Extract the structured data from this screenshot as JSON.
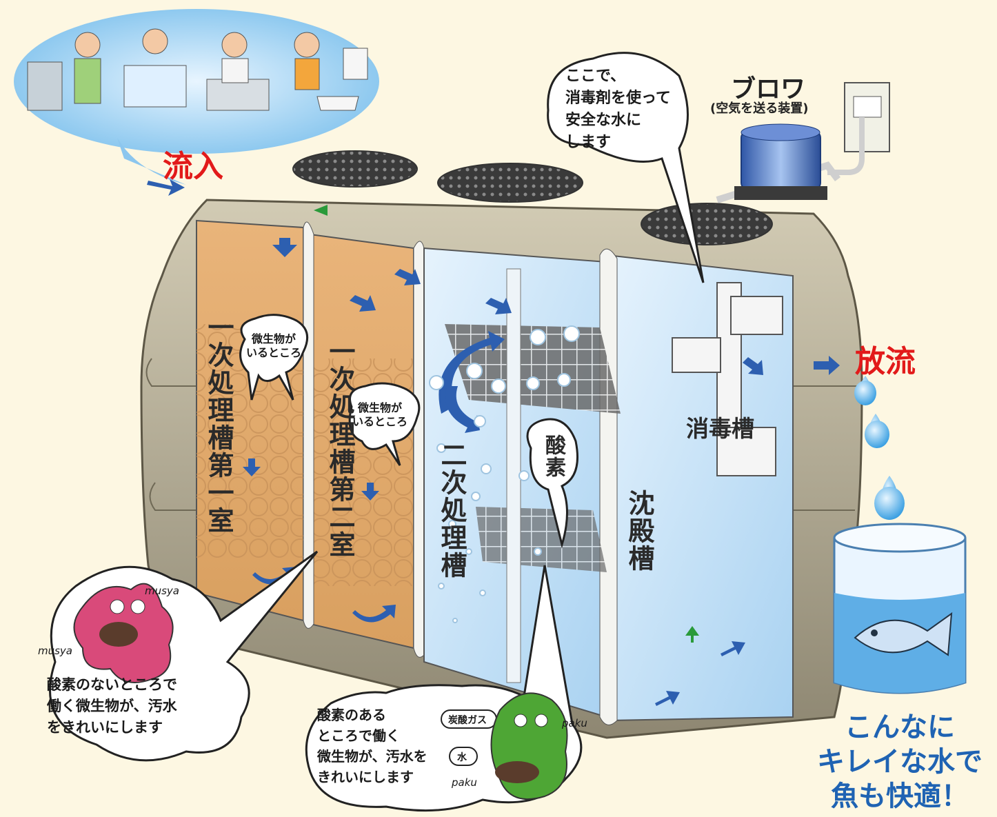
{
  "labels": {
    "inflow": "流入",
    "outflow": "放流",
    "blower": "ブロワ",
    "blower_note": "(空気を送る装置)",
    "disinfect_note": "ここで、\n消毒剤を使って\n安全な水に\nします",
    "tank1": "一次処理槽第一室",
    "tank2": "一次処理槽第二室",
    "tank3": "二次処理槽",
    "tank4": "沈殿槽",
    "tank5": "消毒槽",
    "oxygen": "酸素",
    "microbe_note_1": "微生物が\nいるところ",
    "microbe_note_2": "微生物が\nいるところ",
    "anaerobic_note": "酸素のないところで\n働く微生物が、汚水\nをきれいにします",
    "aerobic_note": "酸素のある\nところで働く\n微生物が、汚水を\nきれいにします",
    "co2": "炭酸ガス",
    "water": "水",
    "sound_musya_1": "musya",
    "sound_musya_2": "musya",
    "sound_paku_1": "paku",
    "sound_paku_2": "paku",
    "clean_water": "こんなに\nキレイな水で\n魚も快適！"
  },
  "colors": {
    "accent_red": "#e21a1a",
    "accent_blue": "#1f63b3",
    "background": "#fdf7e2"
  }
}
